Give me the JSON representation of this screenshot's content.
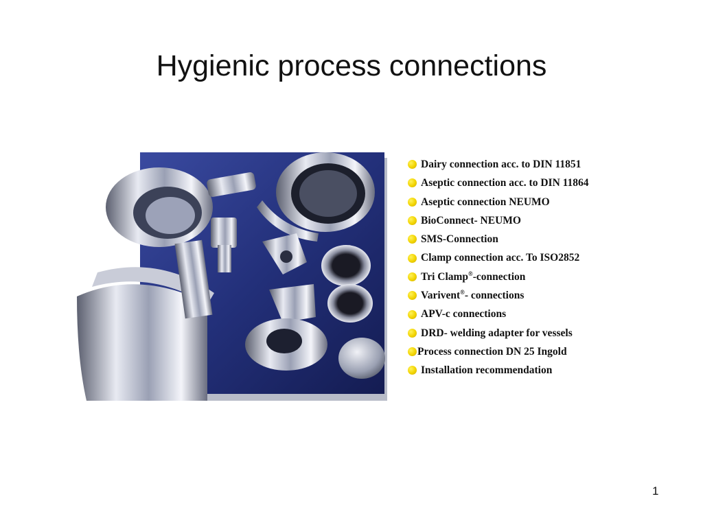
{
  "slide": {
    "title": "Hygienic process connections",
    "page_number": "1",
    "bullet_color": "#f2d400",
    "items": [
      {
        "text": "Dairy connection acc. to DIN 11851"
      },
      {
        "text": "Aseptic connection acc. to DIN 11864"
      },
      {
        "text": "Aseptic connection NEUMO"
      },
      {
        "text": "BioConnect- NEUMO"
      },
      {
        "text": "SMS-Connection"
      },
      {
        "text": "Clamp connection acc. To ISO2852"
      },
      {
        "pre": "Tri Clamp",
        "sup": "®",
        "post": "-connection"
      },
      {
        "pre": "Varivent",
        "sup": "®",
        "post": "- connections"
      },
      {
        "text": "APV-c connections"
      },
      {
        "text": "DRD- welding adapter for vessels"
      },
      {
        "text": "Process connection DN 25 Ingold"
      },
      {
        "text": "Installation recommendation"
      }
    ]
  }
}
